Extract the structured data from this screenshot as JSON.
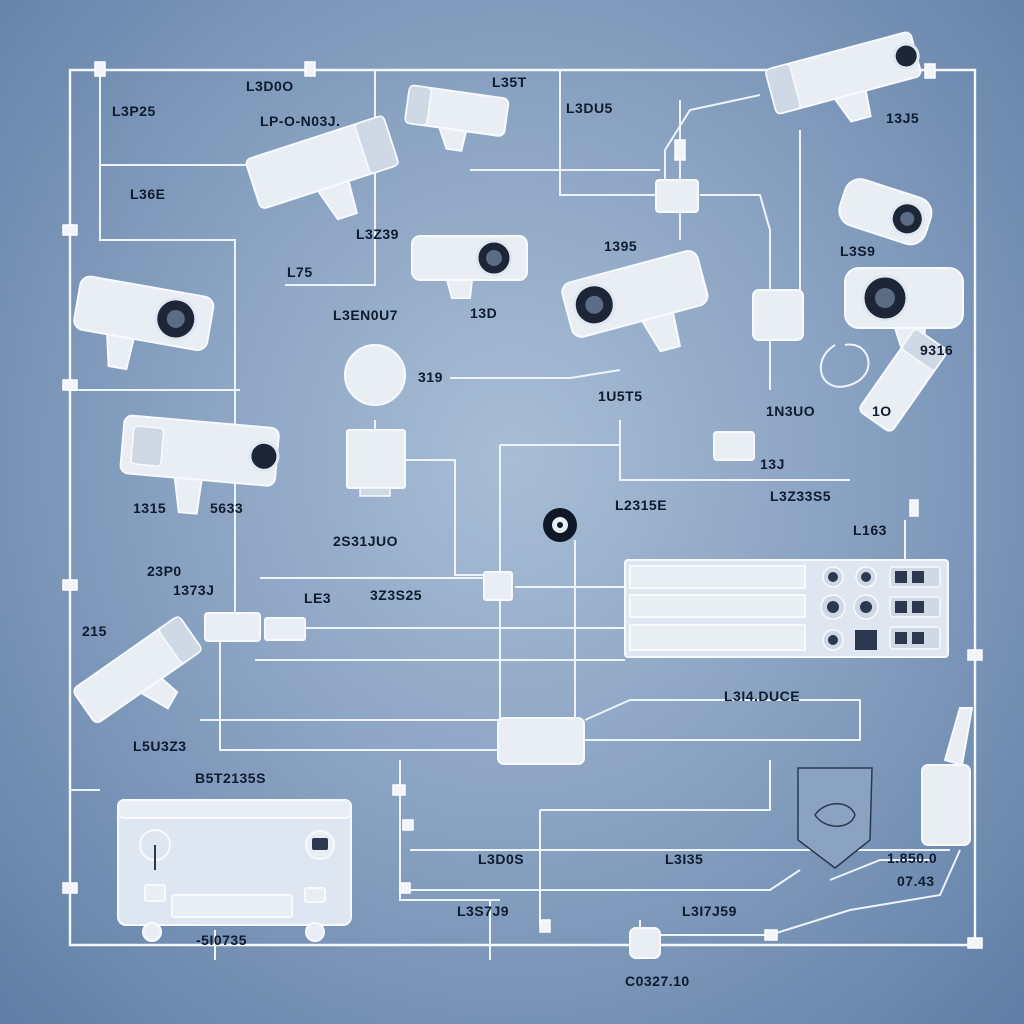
{
  "labels": {
    "l01": "L3D0O",
    "l02": "L3P25",
    "l03": "LP-O-N03J.",
    "l04": "L35T",
    "l05": "L3DU5",
    "l06": "13J5",
    "l07": "L36E",
    "l08": "L3Z39",
    "l09": "L3S9",
    "l10": "L75",
    "l11": "1395",
    "l12": "L3EN0U7",
    "l13": "13D",
    "l14": "9316",
    "l15": "319",
    "l16": "1U5T5",
    "l17": "1N3UO",
    "l18": "1O",
    "l19": "13J",
    "l20": "1315",
    "l21": "5633",
    "l22": "L2315E",
    "l23": "L3Z33S5",
    "l24": "L163",
    "l25": "2S31JUO",
    "l26": "23P0",
    "l27": "1373J",
    "l28": "LE3",
    "l29": "3Z3S25",
    "l30": "215",
    "l31": "L3I4.DUCE",
    "l32": "L5U3Z3",
    "l33": "B5T2135S",
    "l34": "L3D0S",
    "l35": "L3I35",
    "l36": "1.850.0",
    "l37": "07.43",
    "l38": "L3S7J9",
    "l39": "L3I7J59",
    "l40": "-5I0735",
    "l41": "C0327.10"
  },
  "icons": {
    "camera": "cctv-camera-icon",
    "projector": "projector-icon",
    "dvr": "dvr-recorder-icon",
    "control_panel": "control-panel-icon",
    "junction": "junction-box-icon",
    "connector": "connector-plug-icon",
    "shield": "shield-icon",
    "dome": "dome-sensor-icon"
  }
}
